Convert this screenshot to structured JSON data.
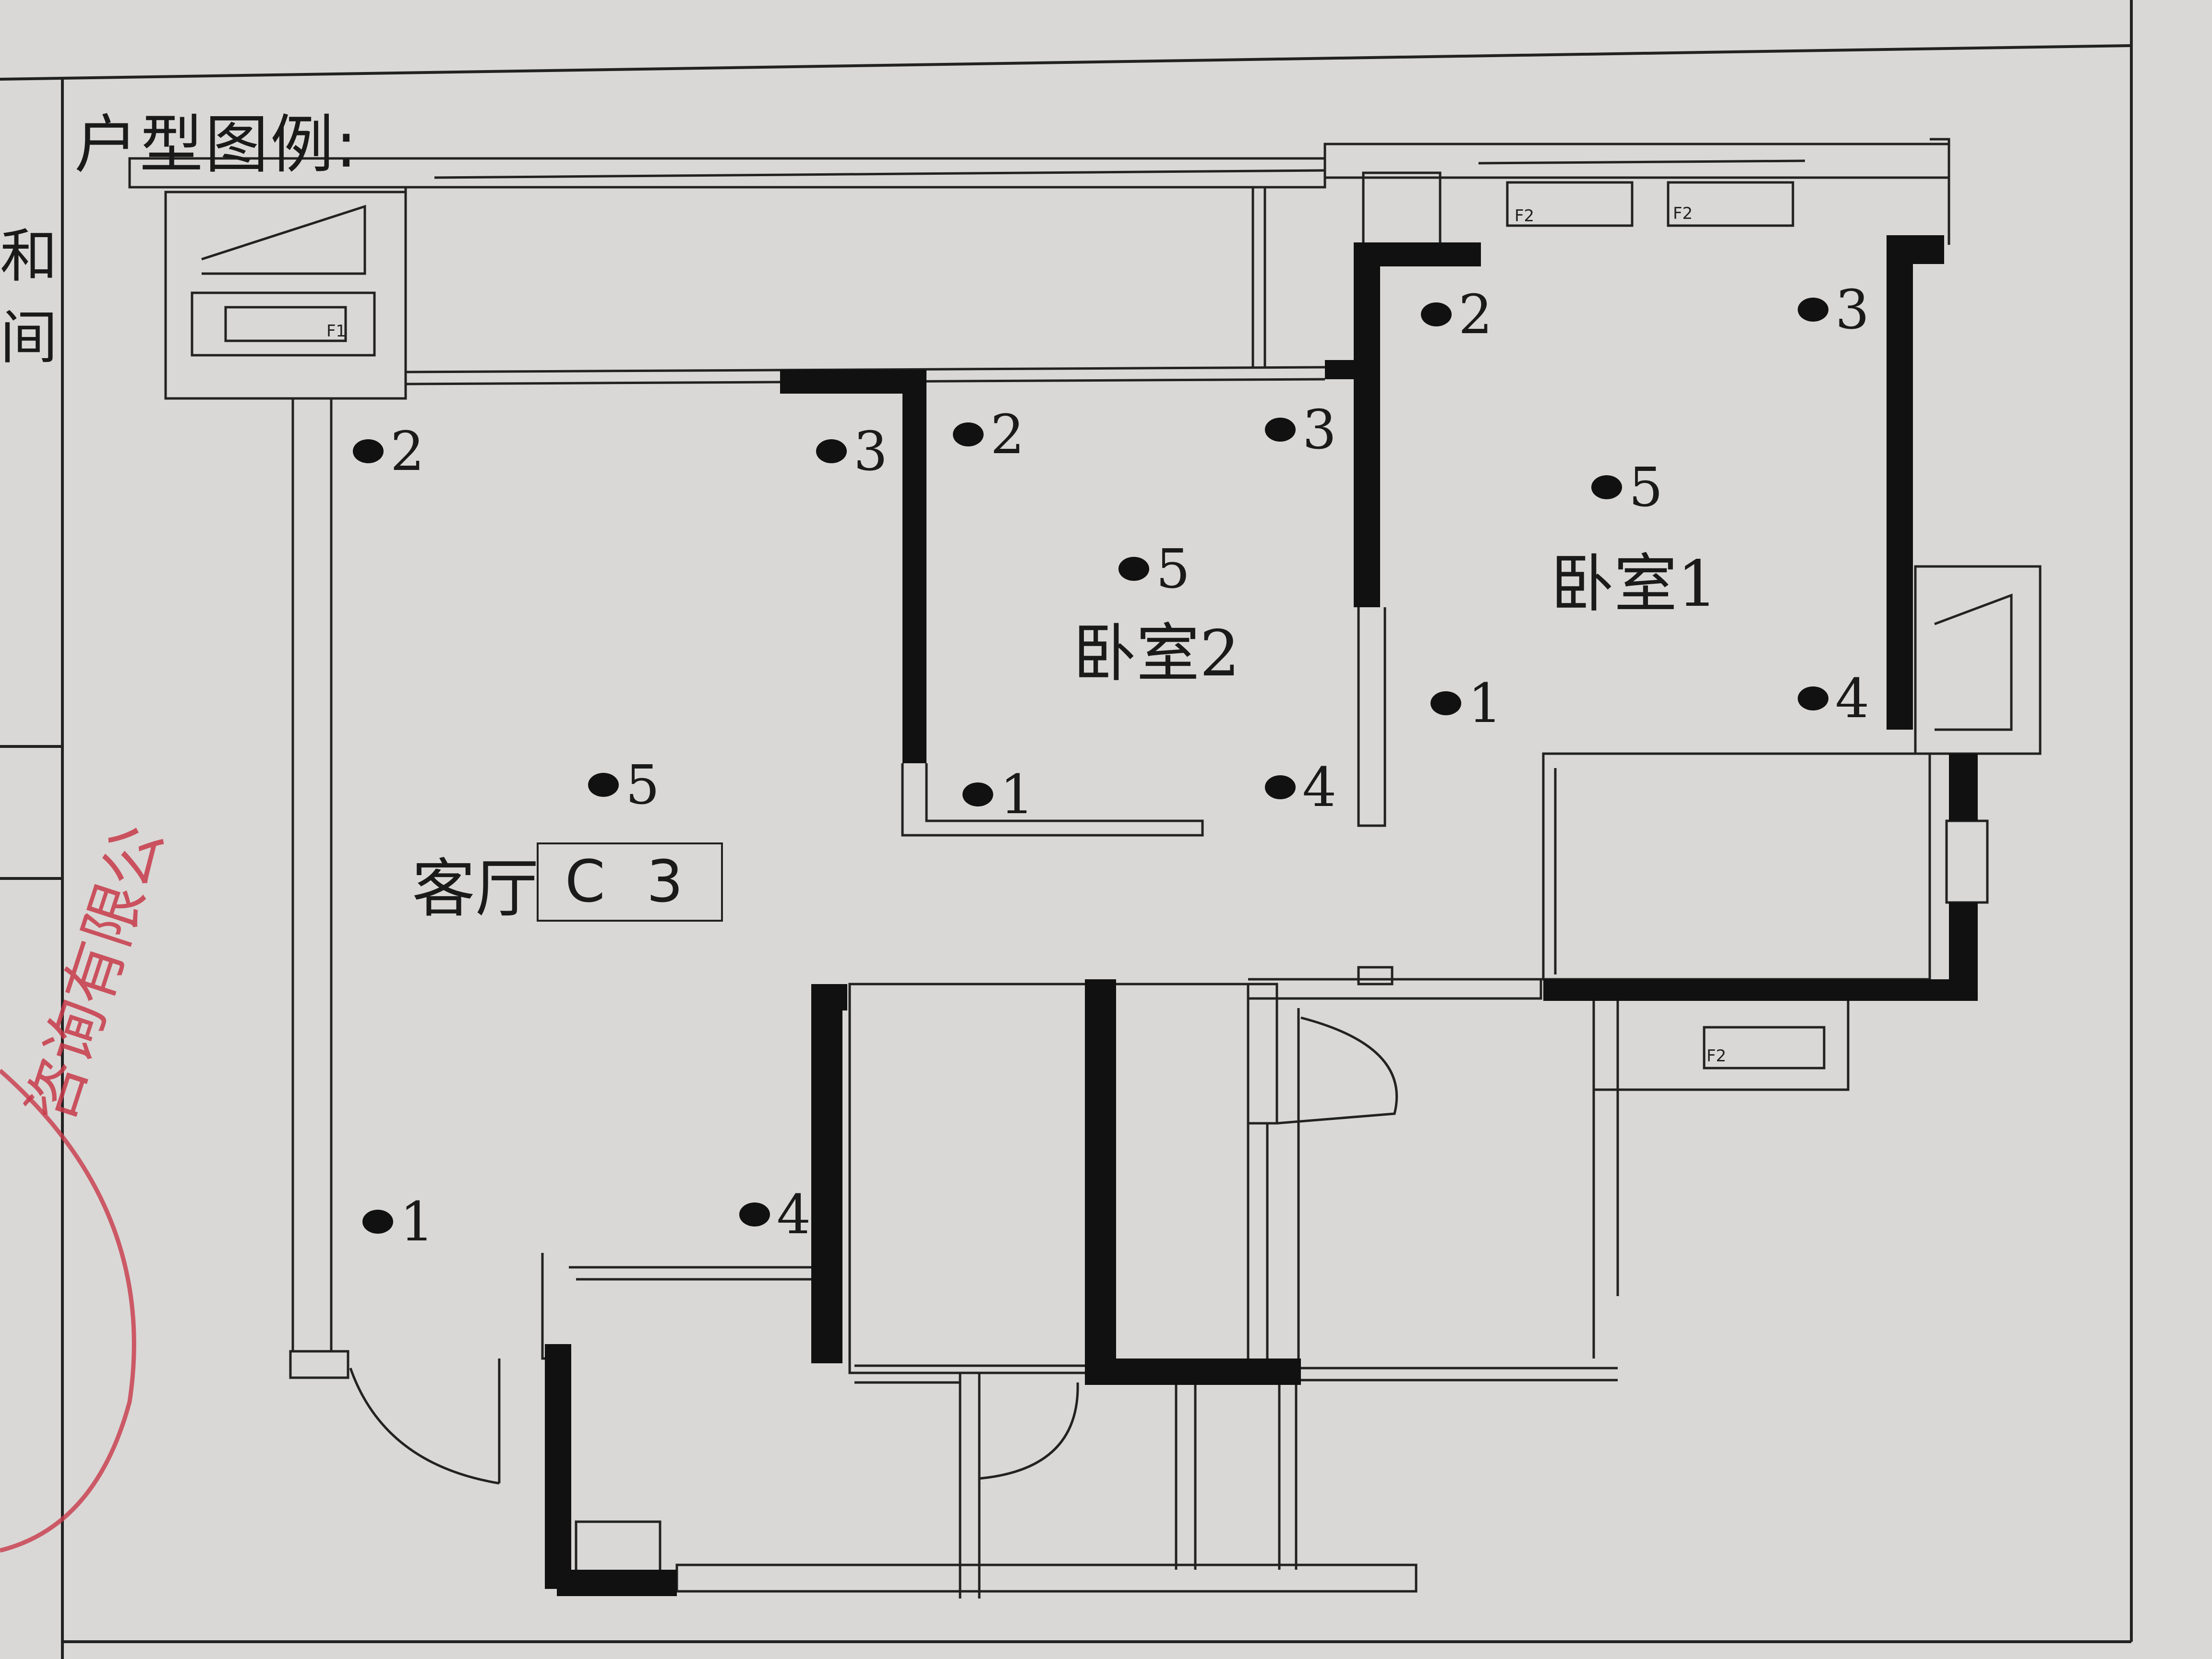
{
  "legend_title": "户型图例:",
  "side_text": [
    "和",
    "间"
  ],
  "stamp_text": "咨询有限公",
  "code": "C 3",
  "rooms": {
    "living": "客厅",
    "bedroom1": "卧室1",
    "bedroom2": "卧室2"
  },
  "fixture_tags": {
    "f1": "F1",
    "f2": "F2"
  },
  "points": {
    "living": [
      "1",
      "2",
      "3",
      "4",
      "5"
    ],
    "bedroom2": [
      "1",
      "2",
      "3",
      "4",
      "5"
    ],
    "bedroom1": [
      "1",
      "2",
      "3",
      "4",
      "5"
    ]
  },
  "colors": {
    "paper": "#d9d8d6",
    "line": "#222222",
    "wall": "#111111",
    "stamp": "#c83a4a"
  }
}
